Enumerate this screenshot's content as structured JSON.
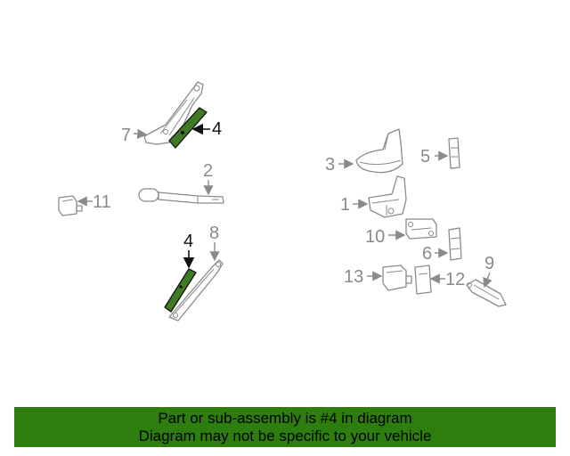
{
  "callouts": {
    "c1": "1",
    "c2": "2",
    "c3": "3",
    "c4a": "4",
    "c4b": "4",
    "c5": "5",
    "c6": "6",
    "c7": "7",
    "c8": "8",
    "c9": "9",
    "c10": "10",
    "c11": "11",
    "c12": "12",
    "c13": "13"
  },
  "highlight": {
    "part_number": "4",
    "color": "#3f7a24"
  },
  "banner": {
    "line1": "Part or sub-assembly is #4 in diagram",
    "line2": "Diagram may not be specific to your vehicle",
    "color": "#2e7d0f"
  }
}
